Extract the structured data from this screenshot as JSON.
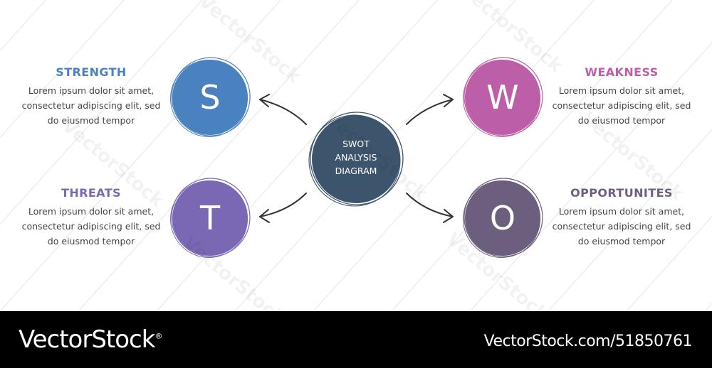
{
  "colors": {
    "strength": "#4a82bf",
    "weakness": "#bc5fa8",
    "threats": "#7b68b5",
    "opportunities": "#6b5f7d",
    "center": "#3d556c",
    "arrow": "#333333",
    "text": "#444444",
    "diag_lines": "#e6e6e6"
  },
  "center": {
    "text": "SWOT\nANALYSIS\nDIAGRAM"
  },
  "strength": {
    "title": "STRENGTH",
    "letter": "S",
    "desc": "Lorem ipsum dolor sit amet,\nconsectetur adipiscing elit, sed\ndo eiusmod tempor"
  },
  "weakness": {
    "title": "WEAKNESS",
    "letter": "W",
    "desc": "Lorem ipsum dolor sit amet,\nconsectetur adipiscing elit, sed\ndo eiusmod tempor"
  },
  "threats": {
    "title": "THREATS",
    "letter": "T",
    "desc": "Lorem ipsum dolor sit amet,\nconsectetur adipiscing elit, sed\ndo eiusmod tempor"
  },
  "opportunities": {
    "title": "OPPORTUNITES",
    "letter": "O",
    "desc": "Lorem ipsum dolor sit amet,\nconsectetur adipiscing elit, sed\ndo eiusmod tempor"
  },
  "watermark": {
    "text": "VectorStock"
  },
  "footer": {
    "brand": "VectorStock",
    "brand_mark": "®",
    "url": "VectorStock.com/51850761"
  }
}
